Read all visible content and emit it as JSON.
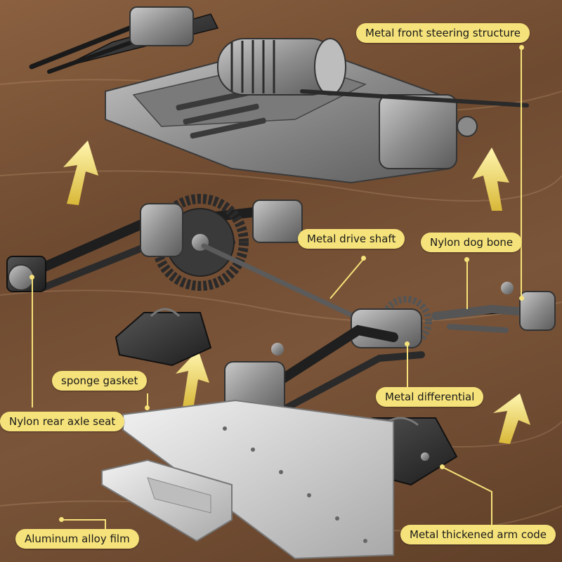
{
  "labels": {
    "front_steering": "Metal front steering structure",
    "drive_shaft": "Metal drive shaft",
    "dog_bone": "Nylon dog bone",
    "sponge_gasket": "sponge gasket",
    "differential": "Metal differential",
    "rear_axle_seat": "Nylon rear axle seat",
    "alloy_film": "Aluminum alloy film",
    "arm_code": "Metal thickened arm code"
  },
  "colors": {
    "label_bg": "#f6e27a",
    "leader_line": "#f6e27a",
    "background": "#6e4a30",
    "metal": "#8c8c8c",
    "plastic": "#333333"
  }
}
